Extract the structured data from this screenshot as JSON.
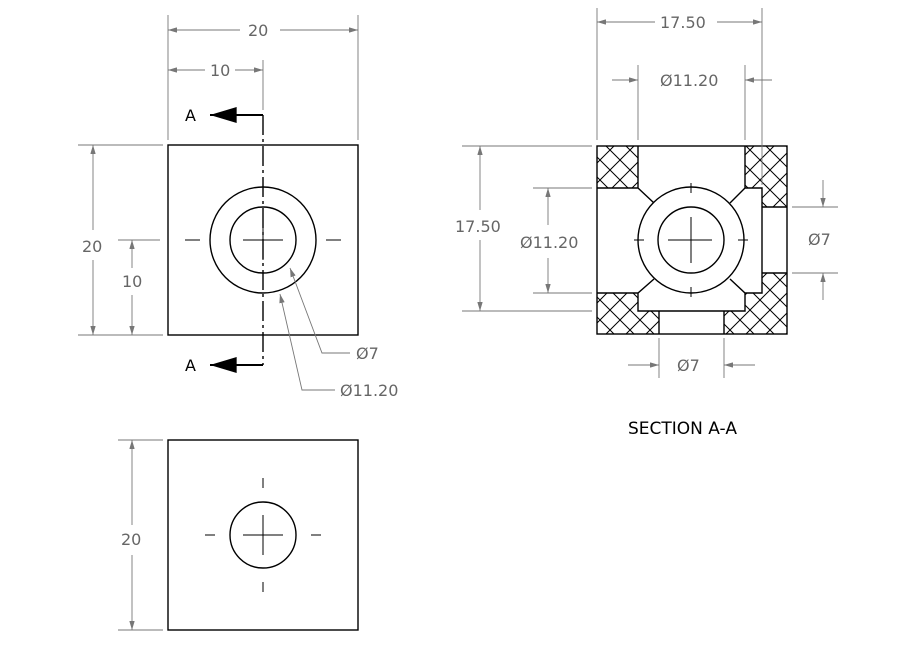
{
  "front_view": {
    "width_dim": "20",
    "half_width_dim": "10",
    "height_dim": "20",
    "half_height_dim": "10",
    "inner_dia": "Ø7",
    "outer_dia": "Ø11.20",
    "section_label_top": "A",
    "section_label_bottom": "A"
  },
  "bottom_view": {
    "height_dim": "20"
  },
  "section_view": {
    "title": "SECTION A-A",
    "width_dim": "17.50",
    "top_dia": "Ø11.20",
    "height_dim": "17.50",
    "left_dia": "Ø11.20",
    "right_dia": "Ø7",
    "bottom_dia": "Ø7"
  }
}
